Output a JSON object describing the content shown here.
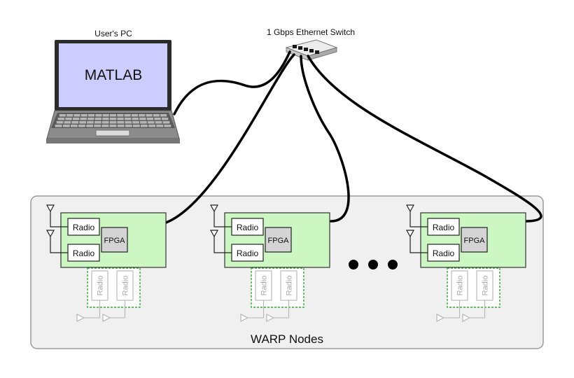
{
  "labels": {
    "pc": "User's PC",
    "screen": "MATLAB",
    "switch": "1 Gbps Ethernet Switch",
    "nodes_caption": "WARP Nodes"
  },
  "node_parts": {
    "radio": "Radio",
    "fpga": "FPGA"
  },
  "node_count": 3,
  "colors": {
    "node_board": "#ccf7c2",
    "board_border": "#333333",
    "screen": "#ccccff",
    "ghost_border": "#39a839",
    "panel_fill": "#f0f0f0",
    "panel_border": "#9a9a9a",
    "cable": "#000000"
  },
  "icons": [
    "laptop-icon",
    "ethernet-switch-icon",
    "antenna-icon"
  ]
}
